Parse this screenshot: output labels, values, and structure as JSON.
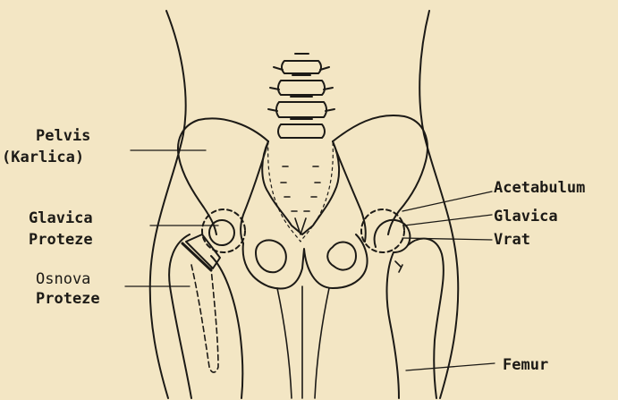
{
  "labels": {
    "pelvis": "Pelvis",
    "karlica": "(Karlica)",
    "acetabulum": "Acetabulum",
    "glavica_proteze_1": "Glavica",
    "glavica_proteze_2": "Proteze",
    "glavica_right": "Glavica",
    "vrat": "Vrat",
    "osnova": "Osnova",
    "osnova_proteze": "Proteze",
    "femur": "Femur"
  },
  "colors": {
    "paper": "#f3e6c4",
    "ink": "#1c1a16"
  }
}
